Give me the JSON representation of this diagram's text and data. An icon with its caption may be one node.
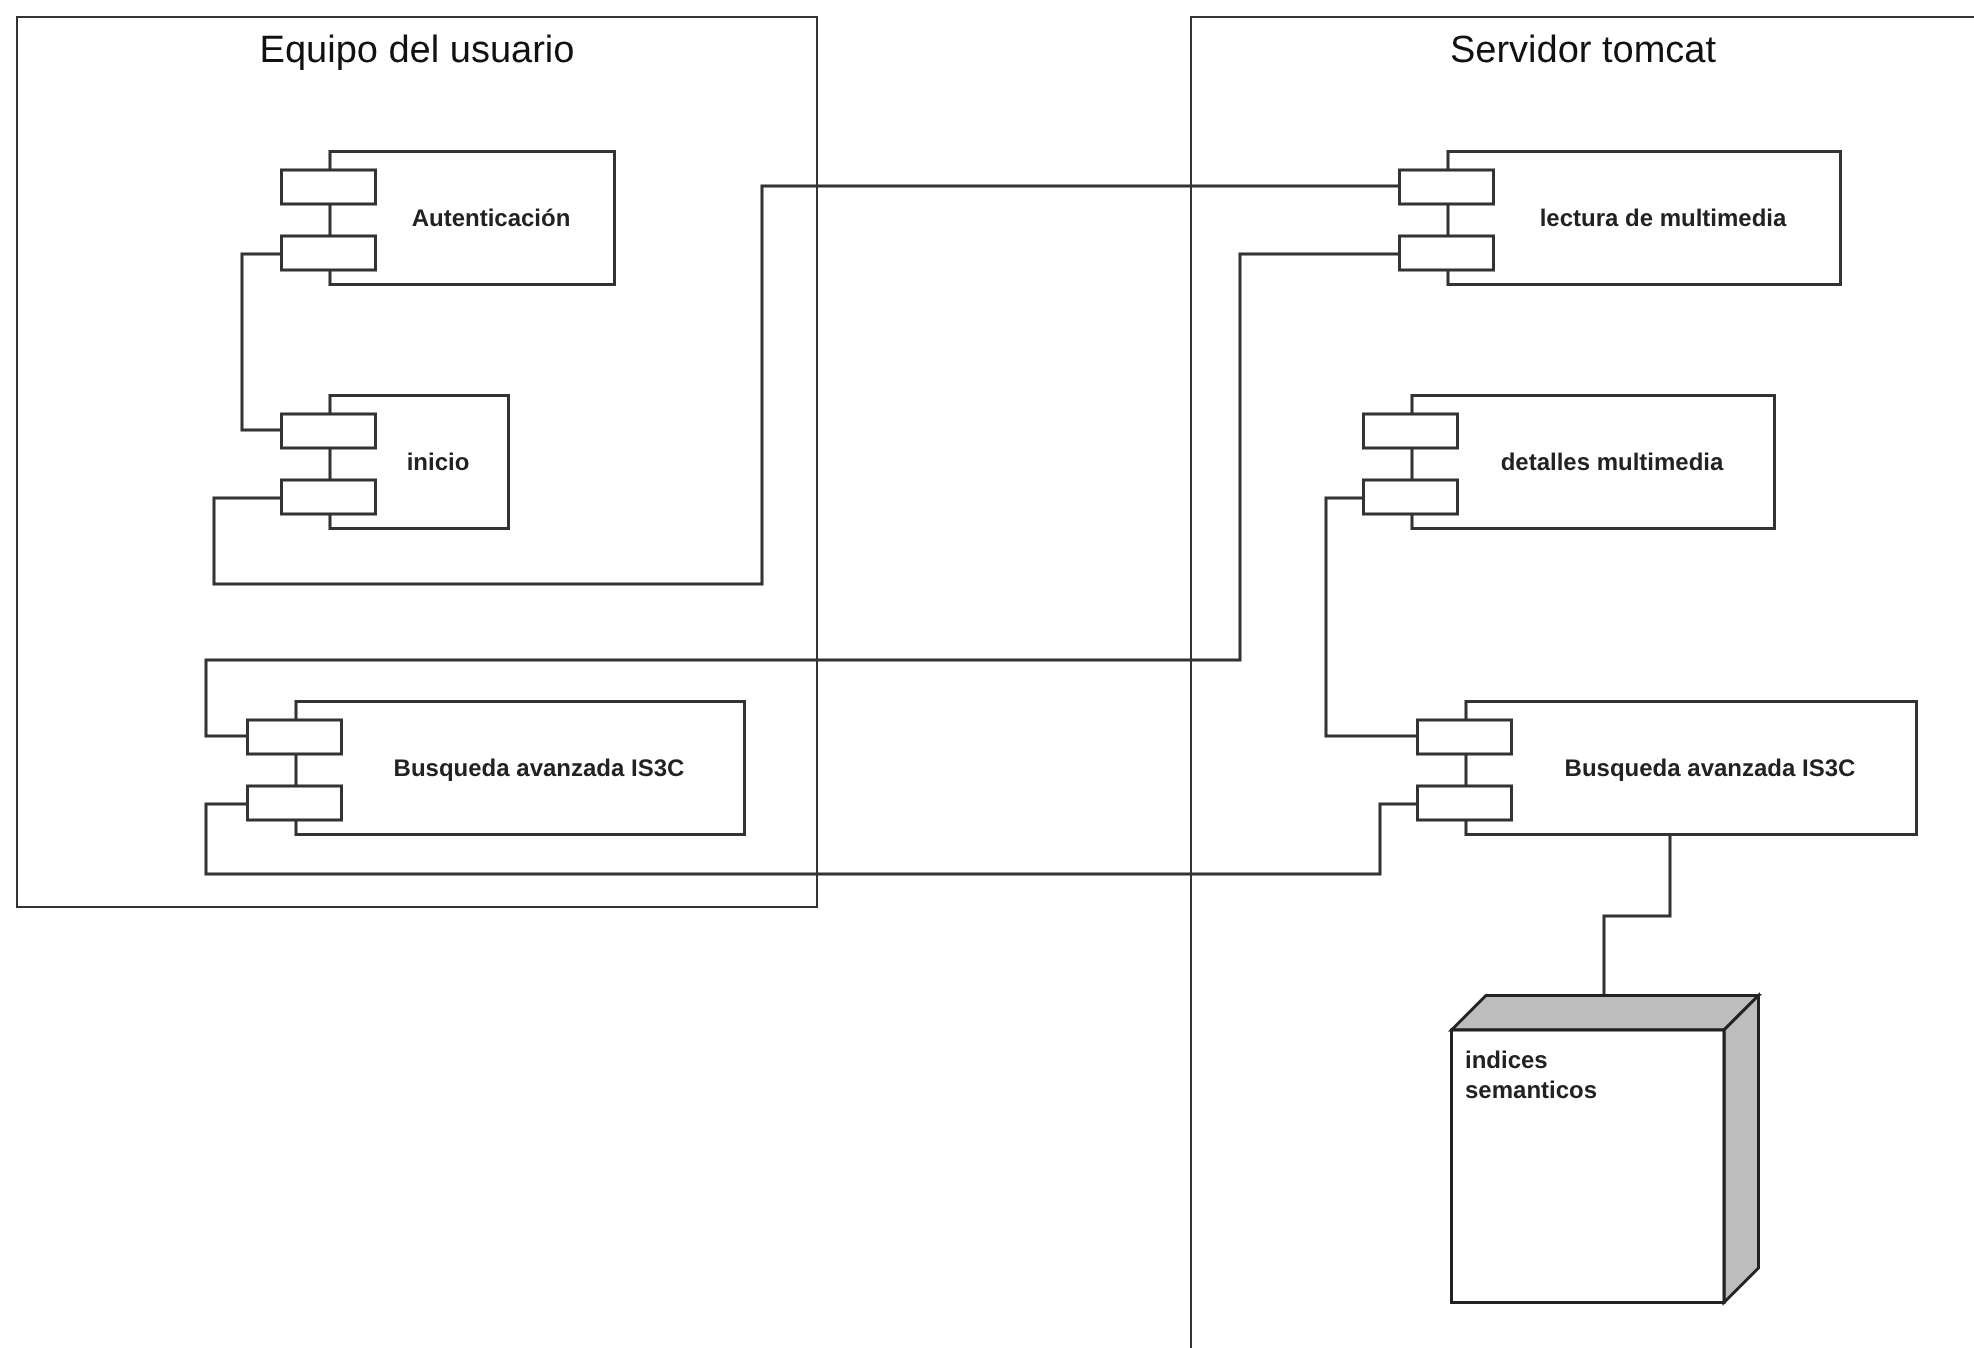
{
  "diagram": {
    "nodes": [
      {
        "text": [
          "Equipo del usuario"
        ]
      },
      {
        "text": [
          "Autenticación"
        ],
        "in": 0
      },
      {
        "text": [
          "inicio"
        ],
        "in": 0
      },
      {
        "text": [
          "Busqueda avanzada IS3C"
        ],
        "in": 0
      },
      {
        "text": [
          "Servidor tomcat"
        ]
      },
      {
        "text": [
          "lectura de multimedia"
        ],
        "in": 4
      },
      {
        "text": [
          "detalles multimedia"
        ],
        "in": 4
      },
      {
        "text": [
          "Busqueda avanzada IS3C"
        ],
        "in": 4
      },
      {
        "text": [
          "indices semanticos"
        ],
        "in": 4
      }
    ],
    "edges": [
      {
        "from": 1,
        "to": 2,
        "arrow": "none"
      },
      {
        "from": 2,
        "to": 5,
        "arrow": "none"
      },
      {
        "from": 3,
        "to": 5,
        "arrow": "none"
      },
      {
        "from": 3,
        "to": 7,
        "arrow": "none"
      },
      {
        "from": 6,
        "to": 7,
        "arrow": "none"
      },
      {
        "from": 7,
        "to": 8,
        "arrow": "none"
      }
    ]
  }
}
